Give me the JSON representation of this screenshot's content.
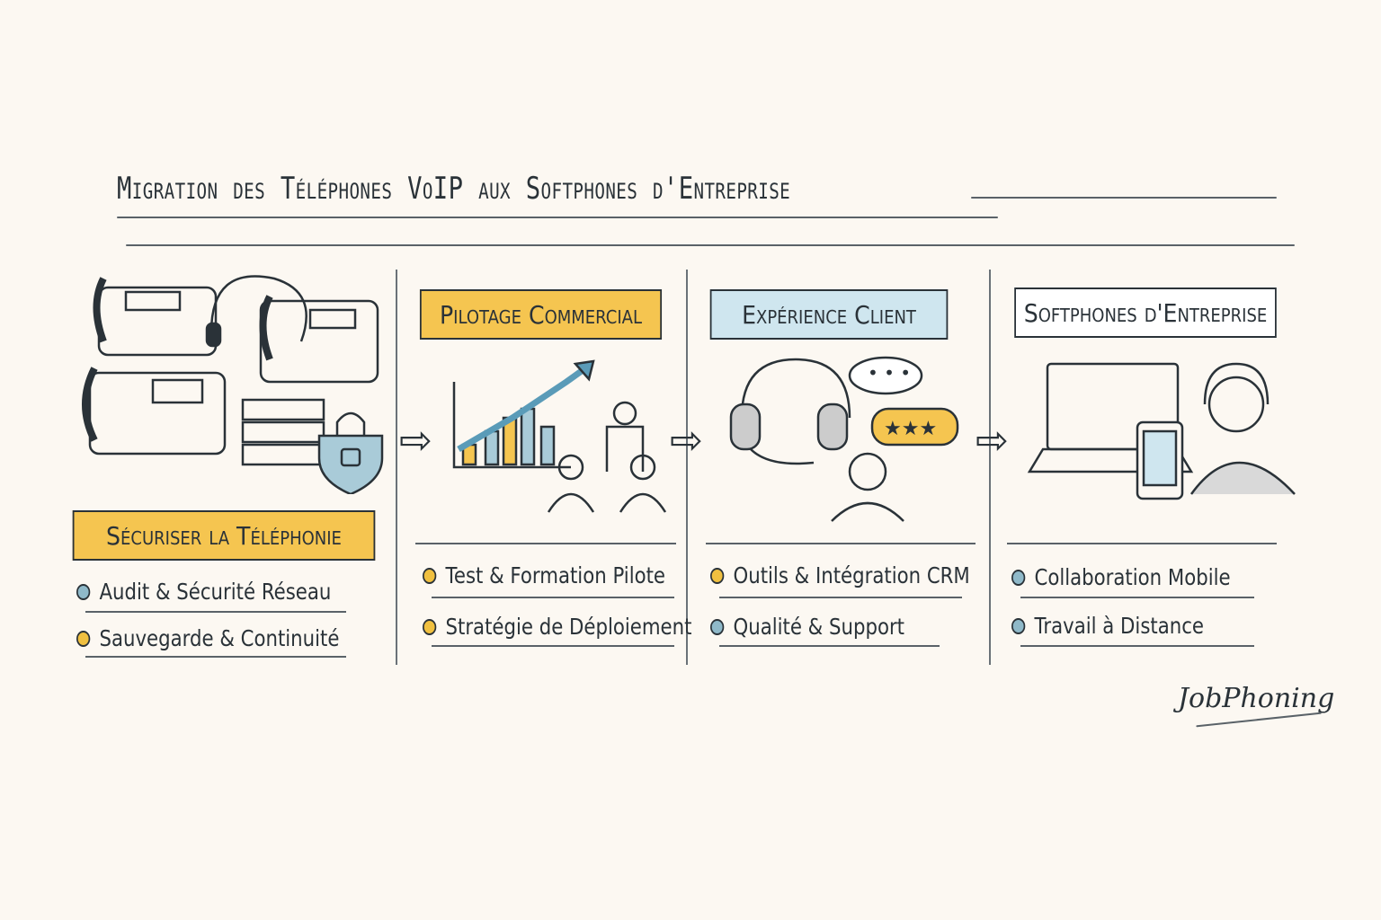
{
  "title": "Migration des Téléphones VoIP aux Softphones d'Entreprise",
  "colors": {
    "background": "#fcf8f2",
    "ink": "#2a3238",
    "yellow": "#f5c550",
    "blue": "#cfe6ef",
    "dot_blue": "#8fb9c9",
    "dot_yellow": "#f0c040"
  },
  "columns": [
    {
      "banner": "Sécuriser la Téléphonie",
      "banner_color": "#f5c550",
      "illustration": "desk-phones-headset-server-lock",
      "items": [
        {
          "label": "Audit & Sécurité Réseau",
          "dot": "blue"
        },
        {
          "label": "Sauvegarde & Continuité",
          "dot": "yellow"
        }
      ]
    },
    {
      "banner": "Pilotage Commercial",
      "banner_color": "#f5c550",
      "illustration": "bar-chart-presentation",
      "items": [
        {
          "label": "Test & Formation Pilote",
          "dot": "yellow"
        },
        {
          "label": "Stratégie de Déploiement",
          "dot": "yellow"
        }
      ]
    },
    {
      "banner": "Expérience Client",
      "banner_color": "#cfe6ef",
      "illustration": "headset-chat-rating",
      "items": [
        {
          "label": "Outils & Intégration CRM",
          "dot": "yellow"
        },
        {
          "label": "Qualité & Support",
          "dot": "blue"
        }
      ]
    },
    {
      "banner": "Softphones d'Entreprise",
      "banner_color": "#ffffff",
      "illustration": "laptop-phone-agent",
      "items": [
        {
          "label": "Collaboration Mobile",
          "dot": "blue"
        },
        {
          "label": "Travail à Distance",
          "dot": "blue"
        }
      ]
    }
  ],
  "logo": "JobPhoning"
}
